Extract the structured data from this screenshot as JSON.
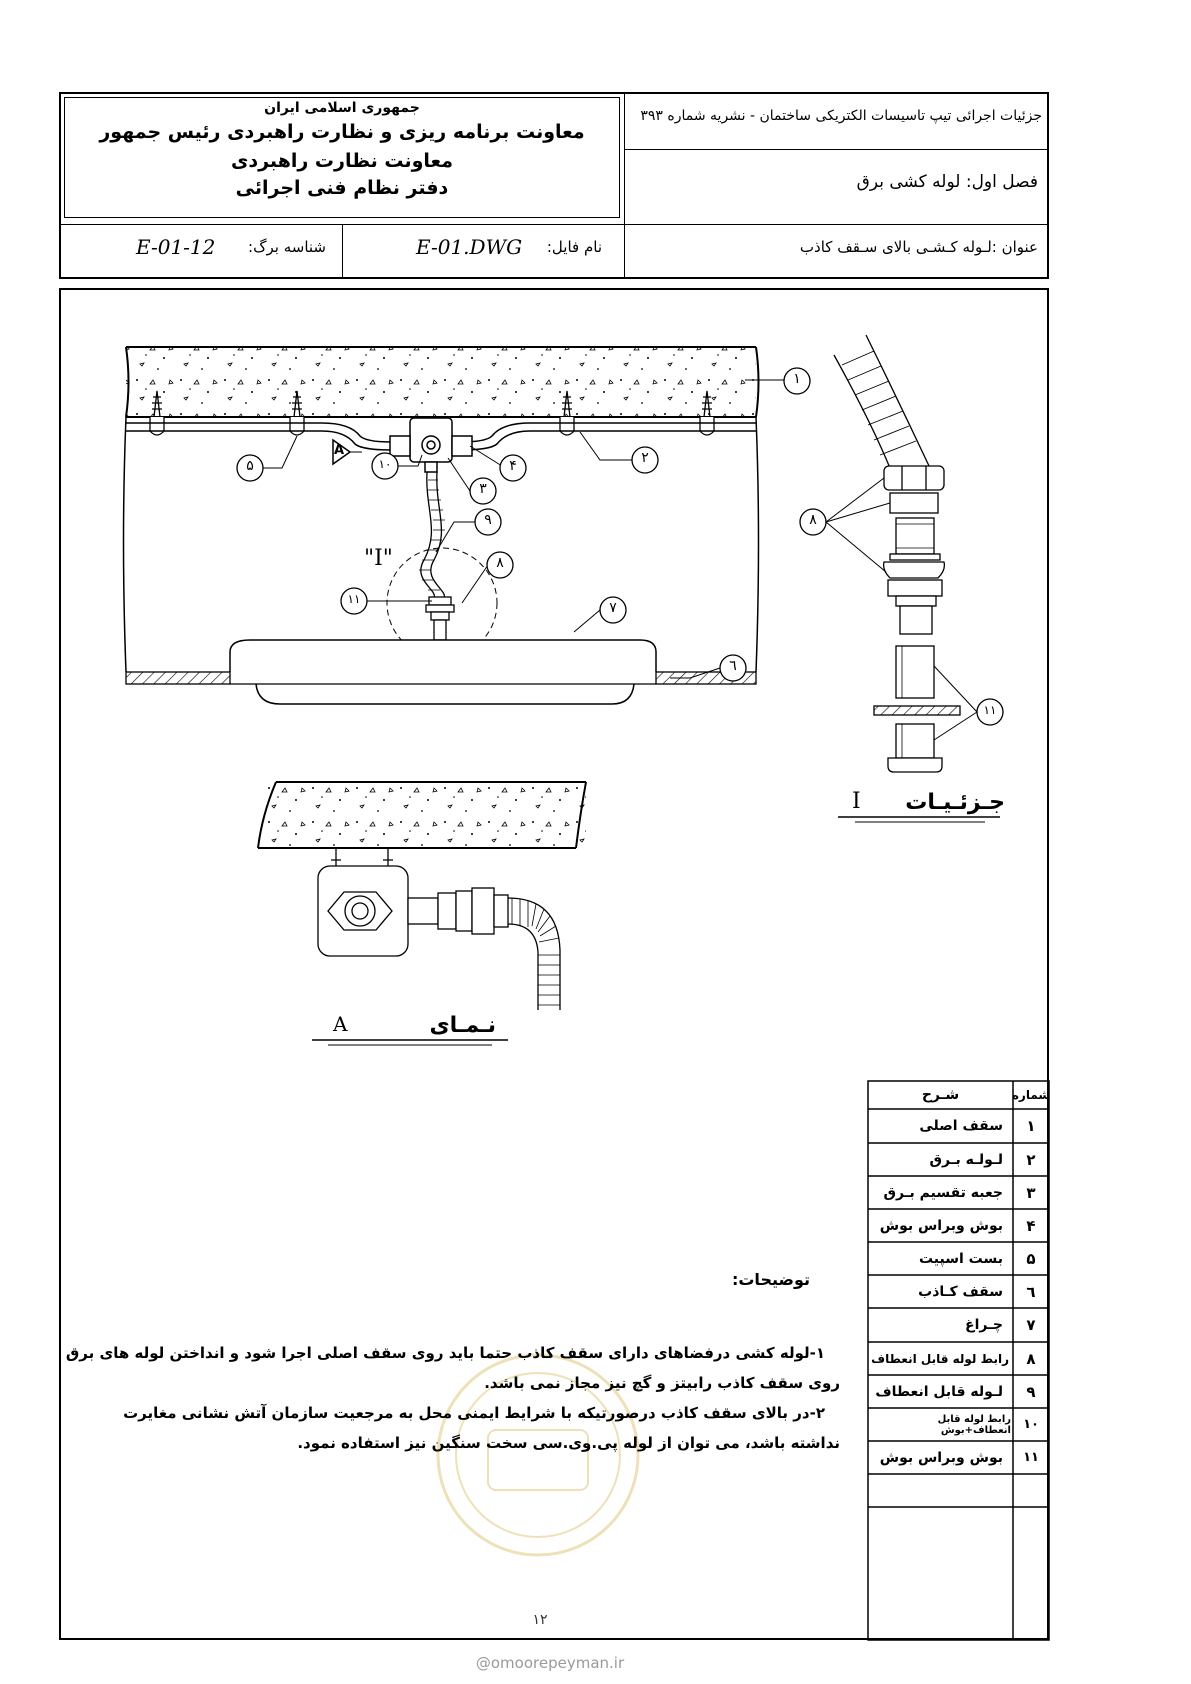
{
  "header": {
    "org_line1": "جمهوری اسلامی ایران",
    "org_line2": "معاونت برنامه ریزی و نظارت راهبردی رئیس جمهور",
    "org_line3": "معاونت نظارت راهبردی",
    "org_line4": "دفتر نظام فنی اجرائی",
    "publication": "جزئیات اجرائی تیپ تاسیسات الکتریکی ساختمان - نشریه شماره ۳۹۳",
    "chapter": "فصل اول: لوله کشی برق",
    "sheet_id_label": "شناسه برگ:",
    "sheet_id": "E-01-12",
    "file_label": "نام فایل:",
    "file_name": "E-01.DWG",
    "title": "عنوان :لـوله کـشـی بالای سـقف کاذب"
  },
  "drawing": {
    "detail_label": "\"I\"",
    "callout_numbers": [
      "١",
      "٢",
      "٣",
      "۴",
      "۵",
      "٦",
      "٧",
      "٨",
      "٩",
      "١٠",
      "١١"
    ],
    "view_marker": "A",
    "detail_title": "جـزئـیـات",
    "detail_letter": "I",
    "view_title": "نـمـای",
    "view_letter": "A"
  },
  "legend": {
    "header_desc": "شـرح",
    "header_num": "شماره",
    "rows": [
      {
        "num": "١",
        "desc": "سقف اصلی"
      },
      {
        "num": "٢",
        "desc": "لـولـه بـرق"
      },
      {
        "num": "٣",
        "desc": "جعبه تقسیم بـرق"
      },
      {
        "num": "۴",
        "desc": "بوش وبراس بوش"
      },
      {
        "num": "۵",
        "desc": "بست اسپیت"
      },
      {
        "num": "٦",
        "desc": "سقف کـاذب"
      },
      {
        "num": "٧",
        "desc": "چـراغ"
      },
      {
        "num": "٨",
        "desc": "رابط لوله قابل انعطاف"
      },
      {
        "num": "٩",
        "desc": "لـوله قابل انعطاف"
      },
      {
        "num": "١٠",
        "desc": "رابط لوله قابل انعطاف+بوش"
      },
      {
        "num": "١١",
        "desc": "بوش وبراس بوش"
      }
    ]
  },
  "notes": {
    "heading": "توضیحات:",
    "line1": "١-لوله کشی درفضاهای دارای سقف کاذب حتما باید روی سقف اصلی اجرا شود و انداختن لوله های برق",
    "line2": "روی سقف کاذب رابیتز و گچ نیز مجاز نمی باشد.",
    "line3": "٢-در بالای سقف کاذب درصورتیکه با شرایط ایمنی محل به مرجعیت سازمان آتش نشانی مغایرت",
    "line4": "نداشته باشد، می توان از لوله پی.وی.سی سخت سنگین نیز استفاده نمود."
  },
  "page_number": "١٢",
  "watermark": "@omoorepeyman.ir"
}
